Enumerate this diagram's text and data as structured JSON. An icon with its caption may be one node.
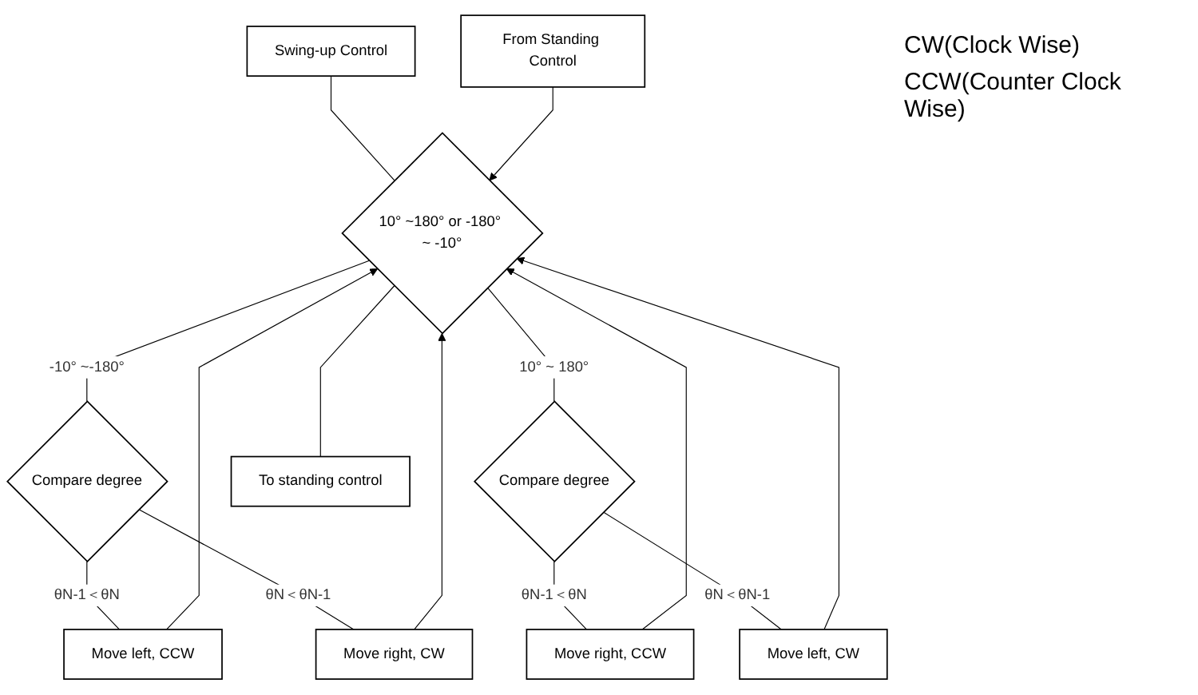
{
  "diagram": {
    "nodes": [
      {
        "text": [
          "Swing-up Control"
        ]
      },
      {
        "text": [
          "From Standing Control"
        ]
      },
      {
        "text": [
          "10° ~180° or -180° ~ -10°"
        ]
      },
      {
        "text": [
          "Compare degree"
        ]
      },
      {
        "text": [
          "Compare degree"
        ]
      },
      {
        "text": [
          "To standing control"
        ]
      },
      {
        "text": [
          "Move left, CCW"
        ]
      },
      {
        "text": [
          "Move right, CW"
        ]
      },
      {
        "text": [
          "Move right, CCW"
        ]
      },
      {
        "text": [
          "Move left, CW"
        ]
      }
    ],
    "edges": [
      {
        "from": 0,
        "to": 2,
        "arrow": "none"
      },
      {
        "from": 1,
        "to": 2,
        "arrow": "to"
      },
      {
        "from": 2,
        "to": 5,
        "arrow": "none"
      },
      {
        "from": 2,
        "to": 3,
        "label": "-10° ~-180°",
        "arrow": "none"
      },
      {
        "from": 2,
        "to": 4,
        "label": "10° ~ 180°",
        "arrow": "none"
      },
      {
        "from": 3,
        "to": 6,
        "label": "θN-1＜θN",
        "arrow": "none"
      },
      {
        "from": 3,
        "to": 7,
        "label": "θN＜θN-1",
        "arrow": "none"
      },
      {
        "from": 4,
        "to": 8,
        "label": "θN-1＜θN",
        "arrow": "none"
      },
      {
        "from": 4,
        "to": 9,
        "label": "θN＜θN-1",
        "arrow": "none"
      },
      {
        "from": 6,
        "to": 2,
        "arrow": "to"
      },
      {
        "from": 7,
        "to": 2,
        "arrow": "to"
      },
      {
        "from": 8,
        "to": 2,
        "arrow": "to"
      },
      {
        "from": 9,
        "to": 2,
        "arrow": "to"
      }
    ],
    "labels": [
      "CW(Clock Wise)",
      "CCW(Counter Clock Wise)"
    ]
  }
}
